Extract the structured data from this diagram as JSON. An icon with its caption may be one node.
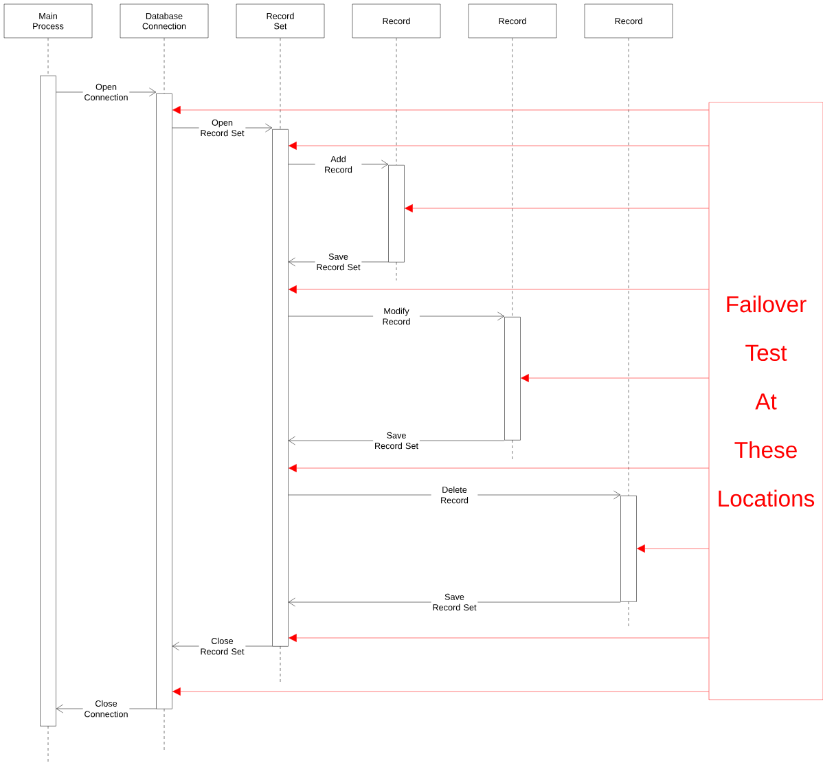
{
  "diagram": {
    "nodes": [
      {
        "text": [
          "Main Process"
        ]
      },
      {
        "text": [
          "Database Connection"
        ]
      },
      {
        "text": [
          "Record Set"
        ]
      },
      {
        "text": [
          "Record"
        ]
      },
      {
        "text": [
          "Record"
        ]
      },
      {
        "text": [
          "Record"
        ]
      },
      {
        "text": [],
        "shape": "bar"
      },
      {
        "text": [],
        "shape": "bar"
      },
      {
        "text": [],
        "shape": "bar"
      },
      {
        "text": [],
        "shape": "bar"
      },
      {
        "text": [],
        "shape": "bar"
      },
      {
        "text": [],
        "shape": "bar"
      },
      {
        "text": [
          "Failover Test At These Locations"
        ]
      }
    ],
    "edges": [
      {
        "from": 0,
        "to": 6,
        "arrow": "none",
        "style": "dashed"
      },
      {
        "from": 1,
        "to": 7,
        "arrow": "none",
        "style": "dashed"
      },
      {
        "from": 2,
        "to": 8,
        "arrow": "none",
        "style": "dashed"
      },
      {
        "from": 3,
        "to": 9,
        "arrow": "none",
        "style": "dashed"
      },
      {
        "from": 4,
        "to": 10,
        "arrow": "none",
        "style": "dashed"
      },
      {
        "from": 5,
        "to": 11,
        "arrow": "none",
        "style": "dashed"
      },
      {
        "from": 6,
        "to": 7,
        "arrow": "to",
        "label": "Open Connection"
      },
      {
        "from": 7,
        "to": 8,
        "arrow": "to",
        "label": "Open Record Set"
      },
      {
        "from": 8,
        "to": 9,
        "arrow": "to",
        "label": "Add Record"
      },
      {
        "from": 9,
        "to": 8,
        "arrow": "to",
        "label": "Save Record Set"
      },
      {
        "from": 8,
        "to": 10,
        "arrow": "to",
        "label": "Modify Record"
      },
      {
        "from": 10,
        "to": 8,
        "arrow": "to",
        "label": "Save Record Set"
      },
      {
        "from": 8,
        "to": 11,
        "arrow": "to",
        "label": "Delete Record"
      },
      {
        "from": 11,
        "to": 8,
        "arrow": "to",
        "label": "Save Record Set"
      },
      {
        "from": 8,
        "to": 7,
        "arrow": "to",
        "label": "Close Record Set"
      },
      {
        "from": 7,
        "to": 6,
        "arrow": "to",
        "label": "Close Connection"
      },
      {
        "from": 12,
        "to": 7,
        "arrow": "to",
        "color": "#ff0000"
      },
      {
        "from": 12,
        "to": 8,
        "arrow": "to",
        "color": "#ff0000"
      },
      {
        "from": 12,
        "to": 9,
        "arrow": "to",
        "color": "#ff0000"
      },
      {
        "from": 12,
        "to": 8,
        "arrow": "to",
        "color": "#ff0000"
      },
      {
        "from": 12,
        "to": 10,
        "arrow": "to",
        "color": "#ff0000"
      },
      {
        "from": 12,
        "to": 8,
        "arrow": "to",
        "color": "#ff0000"
      },
      {
        "from": 12,
        "to": 11,
        "arrow": "to",
        "color": "#ff0000"
      },
      {
        "from": 12,
        "to": 8,
        "arrow": "to",
        "color": "#ff0000"
      },
      {
        "from": 12,
        "to": 7,
        "arrow": "to",
        "color": "#ff0000"
      }
    ]
  }
}
